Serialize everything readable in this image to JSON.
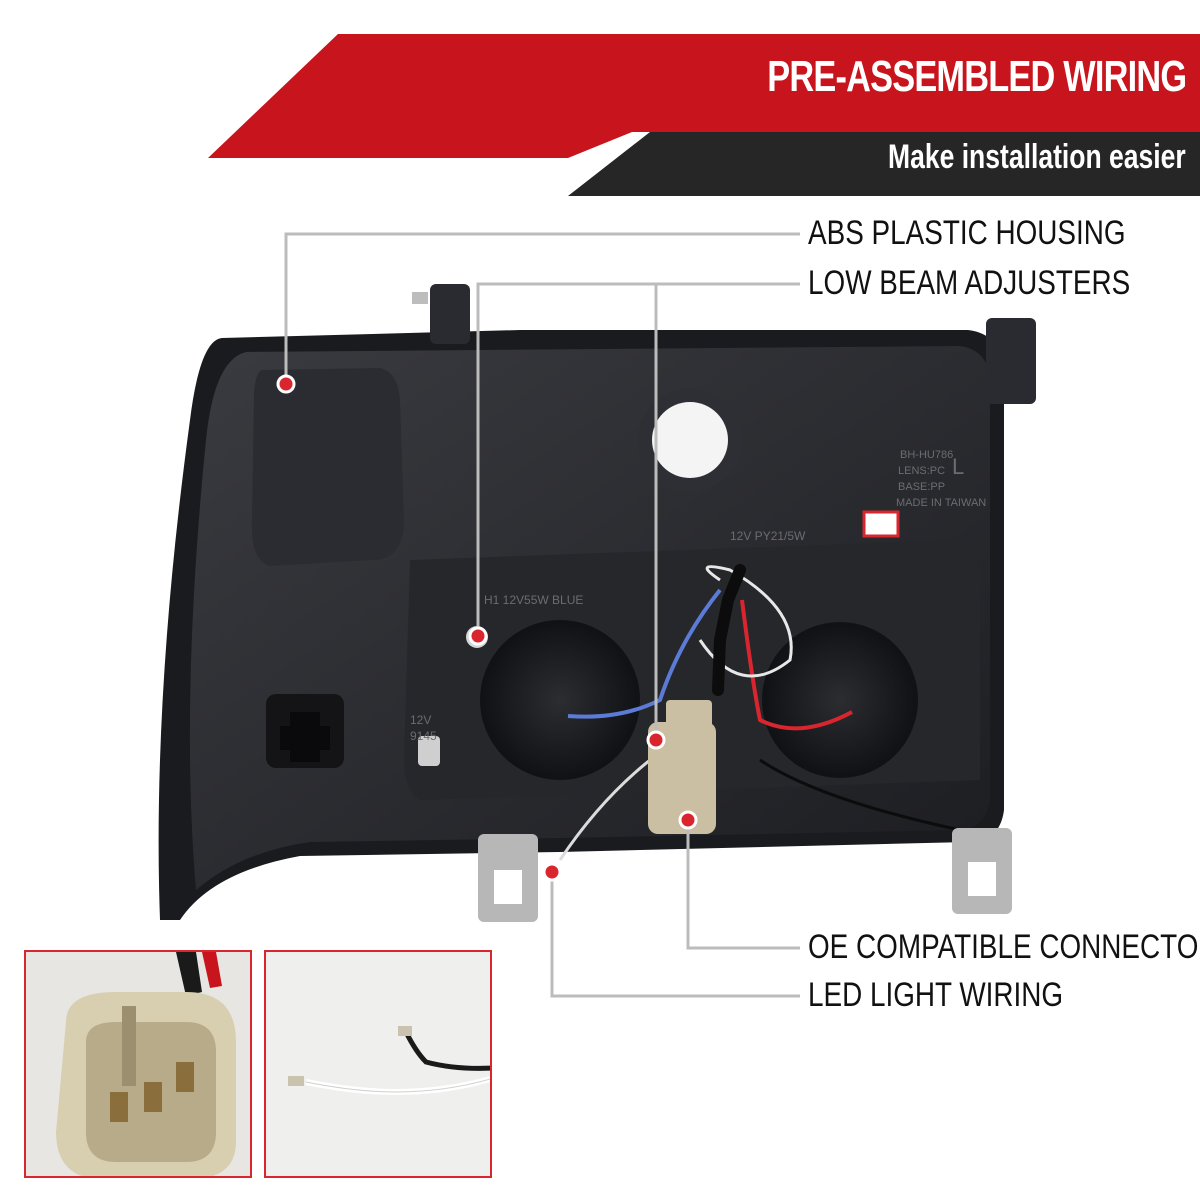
{
  "banner": {
    "title": "PRE-ASSEMBLED WIRING",
    "subtitle": "Make installation easier",
    "colors": {
      "red": "#c8141c",
      "dark": "#262626"
    }
  },
  "callouts": [
    {
      "label": "ABS PLASTIC HOUSING"
    },
    {
      "label": "LOW BEAM ADJUSTERS"
    },
    {
      "label": "OE COMPATIBLE CONNECTOR"
    },
    {
      "label": "LED LIGHT WIRING"
    }
  ],
  "housing_markings": {
    "line1": "BH-HU786",
    "line2": "LENS:PC",
    "line3": "BASE:PP",
    "line4": "MADE IN TAIWAN",
    "side": "L",
    "bulb1": "12V PY21/5W",
    "bulb2": "H1 12V55W BLUE",
    "bulb3": "12V",
    "bulb4": "9145"
  },
  "thumbnails": [
    {
      "name": "connector-closeup"
    },
    {
      "name": "led-wire-closeup"
    }
  ],
  "accent_color": "#d9262e"
}
